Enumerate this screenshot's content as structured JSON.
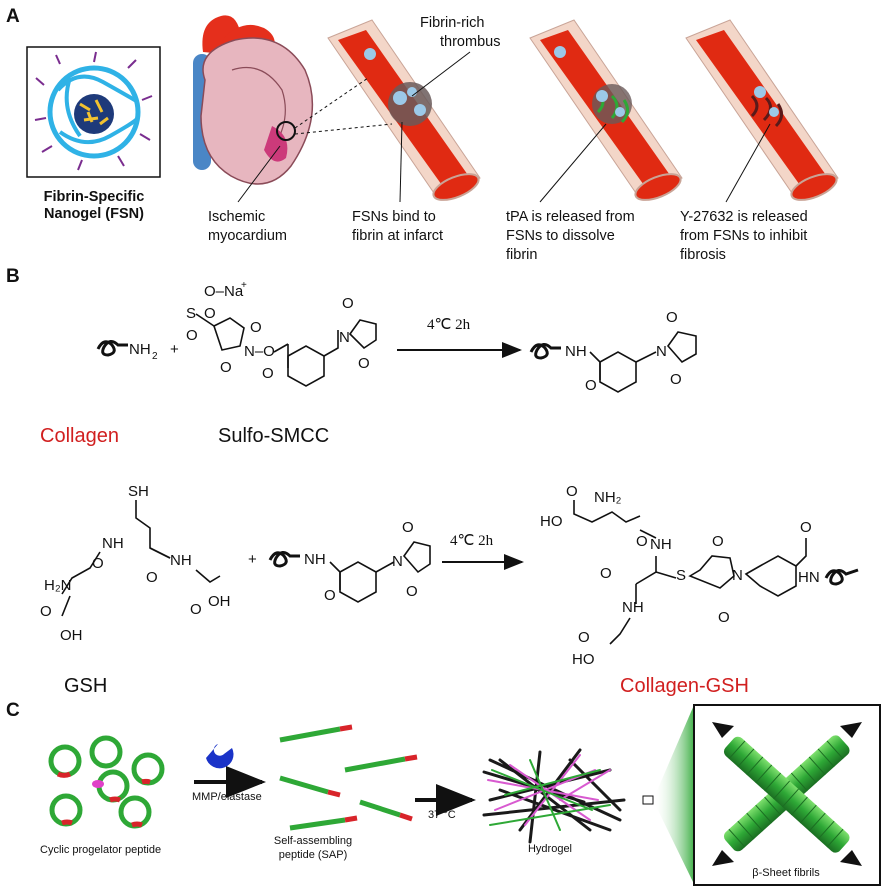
{
  "colors": {
    "red_label": "#d11f1f",
    "vessel_red": "#e02a12",
    "vessel_wall": "#f3d6c8",
    "peptide_green": "#2ea836",
    "peptide_red": "#d8242a",
    "peptide_pink": "#e040c8",
    "enzyme_blue": "#1a33c8"
  },
  "panel_a": {
    "letter": "A",
    "nanogel_label": [
      "Fibrin-Specific",
      "Nanogel (FSN)"
    ],
    "thrombus_label": [
      "Fibrin-rich",
      "thrombus"
    ],
    "step_labels": [
      [
        "Ischemic",
        "myocardium"
      ],
      [
        "FSNs bind to",
        "fibrin at infarct"
      ],
      [
        "tPA is released from",
        "FSNs to dissolve",
        "fibrin"
      ],
      [
        "Y-27632 is released",
        "from FSNs to inhibit",
        "fibrosis"
      ]
    ]
  },
  "panel_b": {
    "letter": "B",
    "reaction_1_condition": "4℃ 2h",
    "reaction_2_condition": "4℃ 2h",
    "reactant_names": {
      "collagen": "Collagen",
      "sulfo_smcc": "Sulfo-SMCC",
      "gsh": "GSH",
      "product": "Collagen-GSH"
    },
    "atoms": {
      "nh2": "NH",
      "nh2_sub": "2",
      "plus": "+",
      "na": "O–Na",
      "na_sup": "+",
      "s": "S",
      "o": "O",
      "n": "N",
      "nh": "NH",
      "hn": "HN",
      "h2n": "H₂N",
      "oh": "OH",
      "ho": "HO",
      "sh": "SH",
      "o_n": "N–O",
      "nh2_gsh": "NH₂"
    }
  },
  "panel_c": {
    "letter": "C",
    "labels": {
      "cyclic": "Cyclic progelator peptide",
      "enzyme": "MMP/elastase",
      "sap": [
        "Self-assembling",
        "peptide (SAP)"
      ],
      "temp": "37 °C",
      "hydrogel": "Hydrogel",
      "fibrils": "β-Sheet fibrils"
    }
  }
}
